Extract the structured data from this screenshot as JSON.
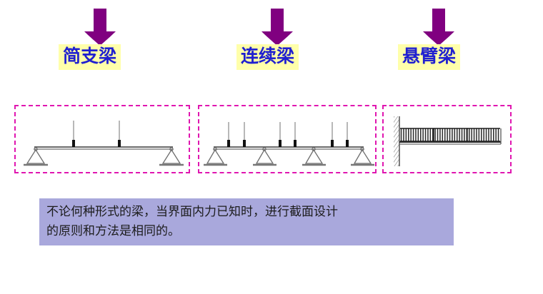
{
  "slide": {
    "background_color": "#ffffff",
    "accent_arrow_color": "#800080",
    "label_bg_color": "#ffffaa",
    "label_text_color": "#2020d0",
    "frame_border_color": "#e016b0",
    "statement_bg_color": "#a9a8dc"
  },
  "beam_types": [
    {
      "id": "simply-supported",
      "label": "简支梁",
      "arrow_icon": "down-arrow-icon",
      "diagram": {
        "name": "simply-supported-beam-diagram",
        "supports": 2,
        "support_type": "pin-support",
        "loads": 2,
        "load_type": "point-load"
      }
    },
    {
      "id": "continuous",
      "label": "连续梁",
      "arrow_icon": "down-arrow-icon",
      "diagram": {
        "name": "continuous-beam-diagram",
        "supports": 4,
        "support_type": "pin-support",
        "loads": 6,
        "load_type": "point-load"
      }
    },
    {
      "id": "cantilever",
      "label": "悬臂梁",
      "arrow_icon": "down-arrow-icon",
      "diagram": {
        "name": "cantilever-beam-diagram",
        "supports": 1,
        "support_type": "fixed-wall-support",
        "loads": 1,
        "load_type": "uniform-distributed-load"
      }
    }
  ],
  "statement": {
    "line1": "不论何种形式的梁，当界面内力已知时，进行截面设计",
    "line2": "的原则和方法是相同的。"
  }
}
